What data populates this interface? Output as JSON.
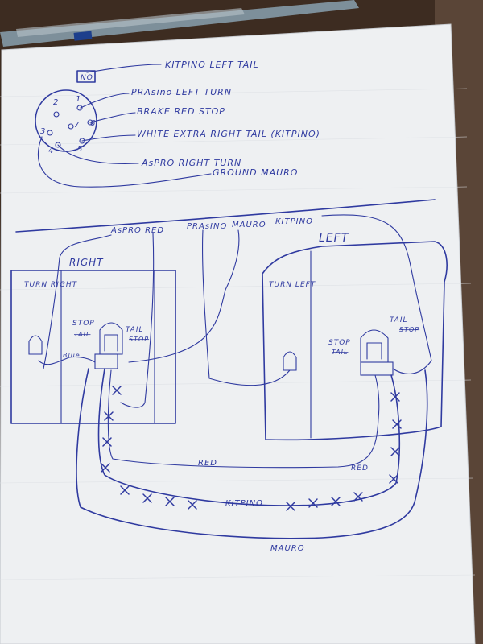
{
  "connector": {
    "tag": "NO",
    "pins": [
      "1",
      "2",
      "3",
      "4",
      "5",
      "6",
      "7"
    ]
  },
  "legend": [
    "KITPINO LEFT TAIL",
    "PRAsino LEFT TURN",
    "BRAKE RED STOP",
    "WHITE EXTRA RIGHT TAIL (KITPINO)",
    "AsPRO RIGHT TURN",
    "GROUND MAURO"
  ],
  "wires_top": {
    "aspro_red": "AsPRO RED",
    "prasino": "PRAsINO",
    "mauro": "MAURO",
    "kitpino": "KITPINO"
  },
  "right_light": {
    "title": "RIGHT",
    "turn": "TURN RIGHT",
    "stop": "STOP",
    "tail_struck": "TAIL",
    "tail": "TAIL",
    "stop_struck": "STOP",
    "blue": "Blue"
  },
  "left_light": {
    "title": "LEFT",
    "turn": "TURN LEFT",
    "stop": "STOP",
    "tail_struck": "TAIL",
    "tail": "TAIL",
    "stop_struck": "STOP"
  },
  "harness": {
    "red_1": "RED",
    "red_2": "RED",
    "kitpino": "KITPINO",
    "mauro": "MAURO"
  }
}
